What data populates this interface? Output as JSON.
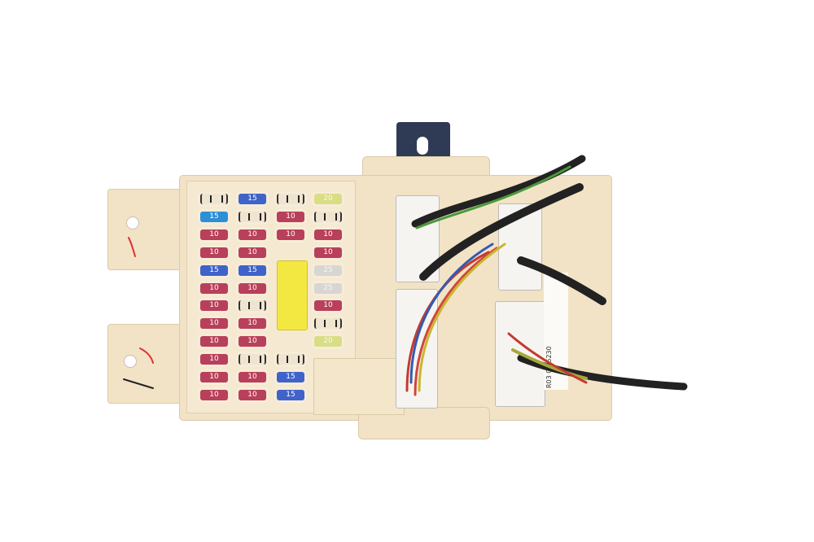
{
  "fuse_box": {
    "colors": {
      "housing": "#f2e3c6",
      "red": "#b8405a",
      "blue": "#3f63c9",
      "cyan": "#2d8fd6",
      "yellow": "#d9de84",
      "white": "#d8d6d2",
      "relay": "#f3e742",
      "mount": "#2f3b55"
    },
    "fuse_rows": [
      [
        {
          "t": "E"
        },
        {
          "t": "B",
          "v": "15"
        },
        {
          "t": "E"
        },
        {
          "t": "Y",
          "v": "20"
        }
      ],
      [
        {
          "t": "C",
          "v": "15"
        },
        {
          "t": "E"
        },
        {
          "t": "R",
          "v": "10"
        },
        {
          "t": "E"
        }
      ],
      [
        {
          "t": "R",
          "v": "10"
        },
        {
          "t": "R",
          "v": "10"
        },
        {
          "t": "R",
          "v": "10"
        },
        {
          "t": "R",
          "v": "10"
        }
      ],
      [
        {
          "t": "R",
          "v": "10"
        },
        {
          "t": "R",
          "v": "10"
        },
        null,
        {
          "t": "R",
          "v": "10"
        }
      ],
      [
        {
          "t": "B",
          "v": "15"
        },
        {
          "t": "B",
          "v": "15"
        },
        null,
        {
          "t": "W",
          "v": "25"
        }
      ],
      [
        {
          "t": "R",
          "v": "10"
        },
        {
          "t": "R",
          "v": "10"
        },
        null,
        {
          "t": "W",
          "v": "25"
        }
      ],
      [
        {
          "t": "R",
          "v": "10"
        },
        {
          "t": "E"
        },
        null,
        {
          "t": "R",
          "v": "10"
        }
      ],
      [
        {
          "t": "R",
          "v": "10"
        },
        {
          "t": "R",
          "v": "10"
        },
        null,
        {
          "t": "E"
        }
      ],
      [
        {
          "t": "R",
          "v": "10"
        },
        {
          "t": "R",
          "v": "10"
        },
        null,
        {
          "t": "Y",
          "v": "20"
        }
      ],
      [
        {
          "t": "R",
          "v": "10"
        },
        {
          "t": "E"
        },
        {
          "t": "E"
        },
        null
      ],
      [
        {
          "t": "R",
          "v": "10"
        },
        {
          "t": "R",
          "v": "10"
        },
        {
          "t": "B",
          "v": "15"
        },
        null
      ],
      [
        {
          "t": "R",
          "v": "10"
        },
        {
          "t": "R",
          "v": "10"
        },
        {
          "t": "B",
          "v": "15"
        },
        null
      ]
    ],
    "label": {
      "line1": "R03",
      "line2": "0-35230"
    }
  }
}
